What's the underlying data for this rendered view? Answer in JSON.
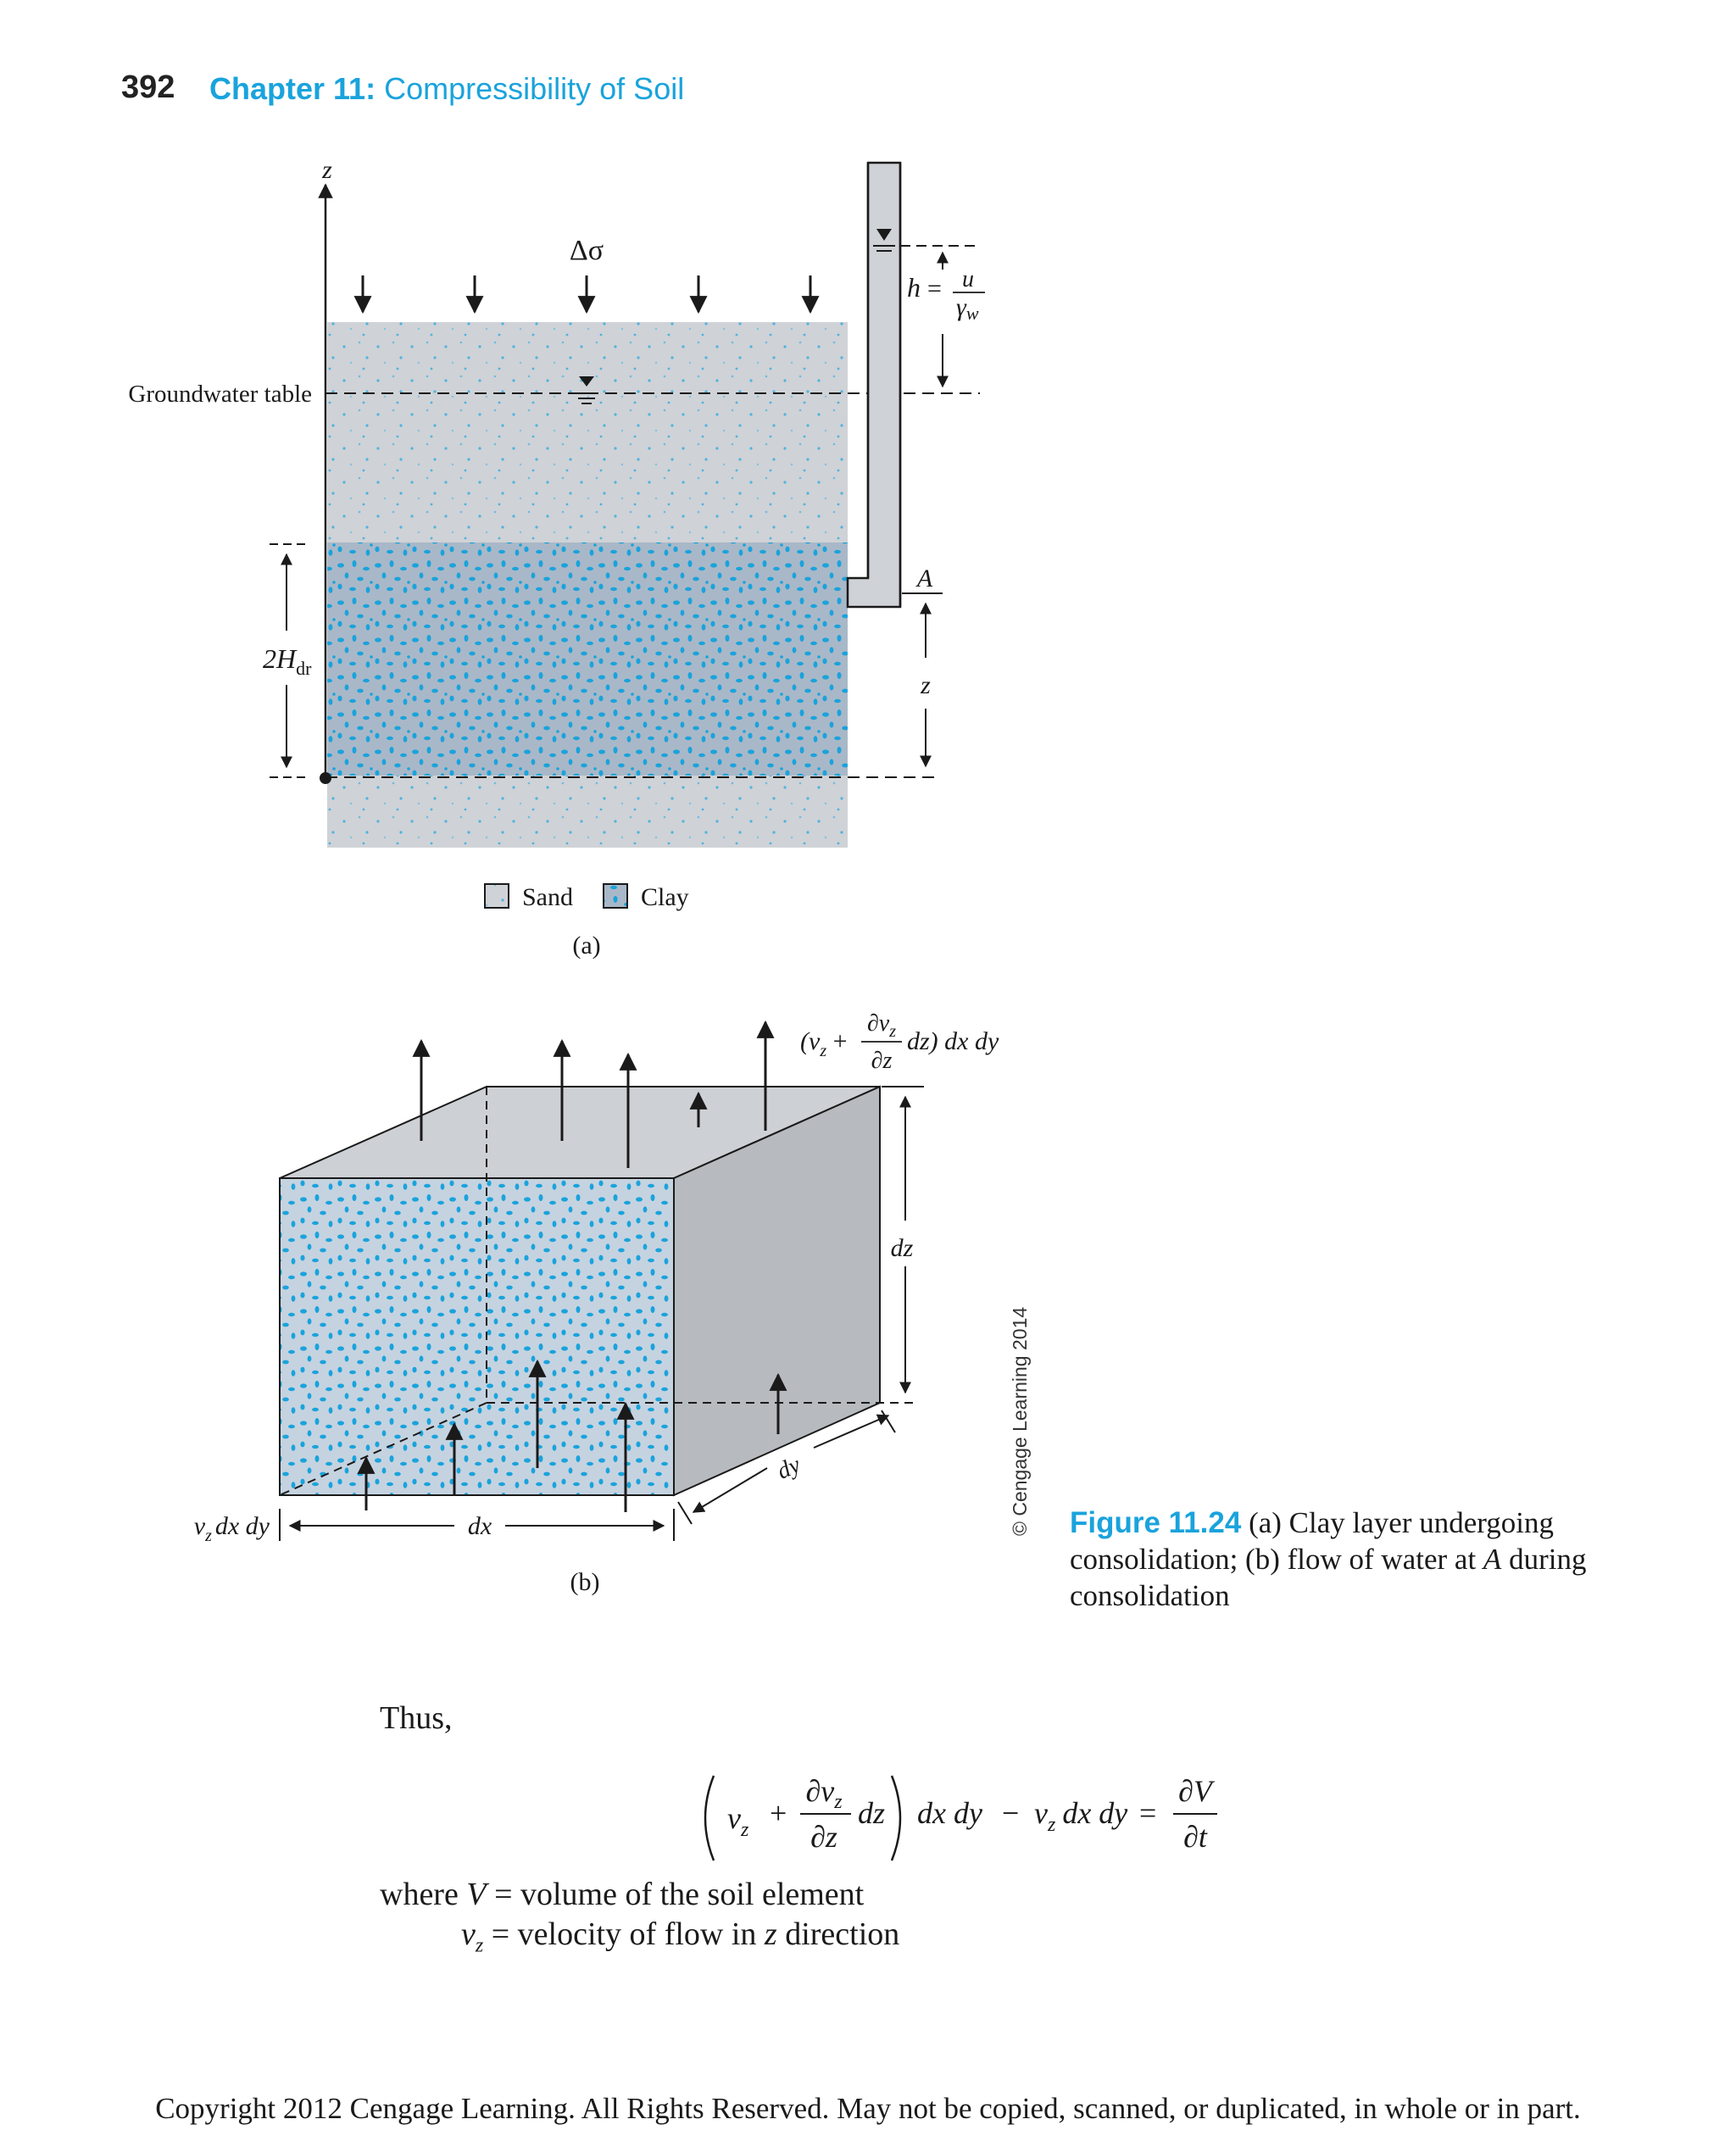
{
  "header": {
    "page_number": "392",
    "chapter_label": "Chapter 11:",
    "chapter_title": "Compressibility of Soil"
  },
  "figure_a": {
    "axis_z": "z",
    "load_symbol": "Δσ",
    "groundwater_label": "Groundwater table",
    "thickness_label": "2H",
    "thickness_sub": "dr",
    "head_h": "h",
    "head_eq": "=",
    "head_num": "u",
    "head_den": "γ",
    "head_den_sub": "w",
    "point_label": "A",
    "height_label": "z",
    "legend_sand": "Sand",
    "legend_clay": "Clay",
    "sub_label": "(a)",
    "colors": {
      "sand": "#cfd2d6",
      "clay": "#a9b7c6",
      "speck": "#1aa3dc"
    }
  },
  "figure_b": {
    "top_flow_1": "(v",
    "top_flow_sub": "z",
    "top_flow_2": " + ",
    "top_flow_num": "∂v",
    "top_flow_num_sub": "z",
    "top_flow_den": "∂z",
    "top_flow_3": "dz) dx dy",
    "dz_label": "dz",
    "dy_label": "dy",
    "dx_label": "dx",
    "bottom_flow_1": "v",
    "bottom_flow_sub": "z",
    "bottom_flow_2": "dx dy",
    "sub_label": "(b)",
    "watermark": "© Cengage Learning 2014"
  },
  "caption": {
    "label": "Figure 11.24",
    "text": " (a) Clay layer undergoing consolidation; (b) flow of water at ",
    "point": "A",
    "text_end": " during consolidation"
  },
  "body": {
    "thus": "Thus,",
    "eq_vz": "v",
    "eq_vz_sub": "z",
    "eq_plus": "+",
    "eq_num": "∂v",
    "eq_num_sub": "z",
    "eq_den": "∂z",
    "eq_dz": "dz",
    "eq_rest1": "dx dy",
    "eq_minus": "−",
    "eq_v2": "v",
    "eq_v2_sub": "z",
    "eq_rest2": "dx dy",
    "eq_equals": "=",
    "eq_rhs_num": "∂V",
    "eq_rhs_den": "∂t",
    "where_prefix": "where",
    "where_V": "V",
    "where_V_def": "= volume of the soil element",
    "where_vz": "v",
    "where_vz_sub": "z",
    "where_vz_def": "= velocity of flow in",
    "where_vz_z": "z",
    "where_vz_end": "direction"
  },
  "footer": {
    "copyright": "Copyright 2012 Cengage Learning. All Rights Reserved. May not be copied, scanned, or duplicated, in whole or in part."
  }
}
